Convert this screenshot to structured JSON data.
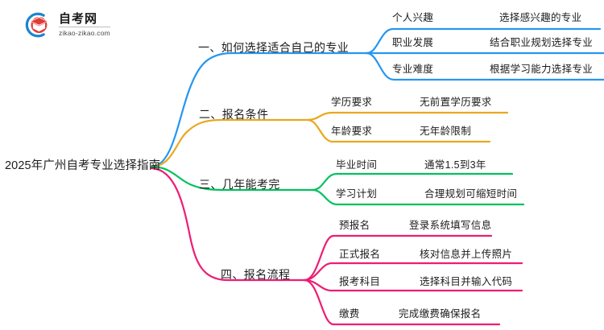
{
  "logo": {
    "name": "自考网",
    "domain": "zikao-zikao.com",
    "mark_icon": "graduation-cap-icon",
    "arc_color": "#1a86d0",
    "cap_color": "#e23a36"
  },
  "mindmap": {
    "root": {
      "label": "2025年广州自考专业选择指南"
    },
    "branches": [
      {
        "id": "branch-1",
        "label": "一、如何选择适合自己的专业",
        "color": "#2596f0",
        "children": [
          {
            "label": "个人兴趣",
            "desc": "选择感兴趣的专业"
          },
          {
            "label": "职业发展",
            "desc": "结合职业规划选择专业"
          },
          {
            "label": "专业难度",
            "desc": "根据学习能力选择专业"
          }
        ]
      },
      {
        "id": "branch-2",
        "label": "二、报名条件",
        "color": "#e9a820",
        "children": [
          {
            "label": "学历要求",
            "desc": "无前置学历要求"
          },
          {
            "label": "年龄要求",
            "desc": "无年龄限制"
          }
        ]
      },
      {
        "id": "branch-3",
        "label": "三、几年能考完",
        "color": "#00c160",
        "children": [
          {
            "label": "毕业时间",
            "desc": "通常1.5到3年"
          },
          {
            "label": "学习计划",
            "desc": "合理规划可缩短时间"
          }
        ]
      },
      {
        "id": "branch-4",
        "label": "四、报名流程",
        "color": "#ed1d74",
        "children": [
          {
            "label": "预报名",
            "desc": "登录系统填写信息"
          },
          {
            "label": "正式报名",
            "desc": "核对信息并上传照片"
          },
          {
            "label": "报考科目",
            "desc": "选择科目并输入代码"
          },
          {
            "label": "缴费",
            "desc": "完成缴费确保报名"
          }
        ]
      }
    ]
  }
}
